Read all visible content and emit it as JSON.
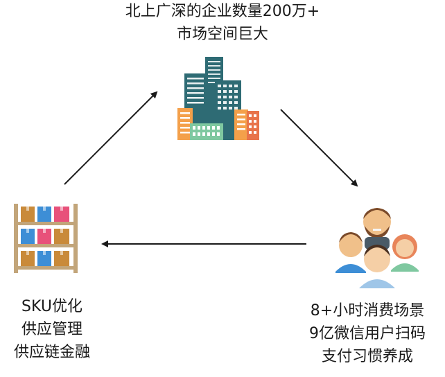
{
  "top": {
    "line1": "北上广深的企业数量200万+",
    "line2": "市场空间巨大"
  },
  "left": {
    "line1": "SKU优化",
    "line2": "供应管理",
    "line3": "供应链金融"
  },
  "right": {
    "line1": "8+小时消费场景",
    "line2": "9亿微信用户扫码",
    "line3": "支付习惯养成"
  },
  "icons": {
    "top": "city-buildings-icon",
    "left": "warehouse-shelf-icon",
    "right": "people-group-icon"
  },
  "colors": {
    "arrow": "#1a1a1a",
    "teal": "#2e6b74",
    "orange": "#f4a04a",
    "green": "#7fc8a0",
    "shelf": "#c2a57a",
    "box_brown": "#c98a3a",
    "box_blue": "#3d8ed6",
    "box_pink": "#e8517a"
  }
}
